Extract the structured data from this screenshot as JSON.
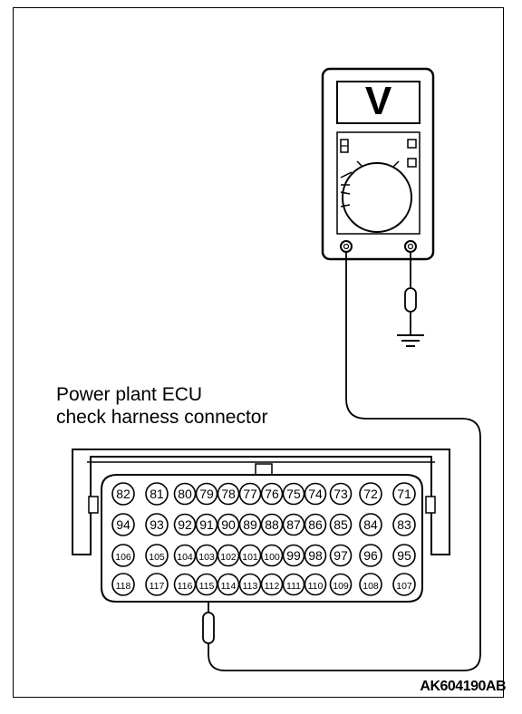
{
  "caption": {
    "line1": "Power plant ECU",
    "line2": "check harness connector"
  },
  "figure_id": "AK604190AB",
  "voltmeter": {
    "display_symbol": "V"
  },
  "connector": {
    "rows": [
      [
        "82",
        "81",
        "80",
        "79",
        "78",
        "77",
        "76",
        "75",
        "74",
        "73",
        "72",
        "71"
      ],
      [
        "94",
        "93",
        "92",
        "91",
        "90",
        "89",
        "88",
        "87",
        "86",
        "85",
        "84",
        "83"
      ],
      [
        "106",
        "105",
        "104",
        "103",
        "102",
        "101",
        "100",
        "99",
        "98",
        "97",
        "96",
        "95"
      ],
      [
        "118",
        "117",
        "116",
        "115",
        "114",
        "113",
        "112",
        "111",
        "110",
        "109",
        "108",
        "107"
      ]
    ],
    "probed_pin": "115"
  }
}
